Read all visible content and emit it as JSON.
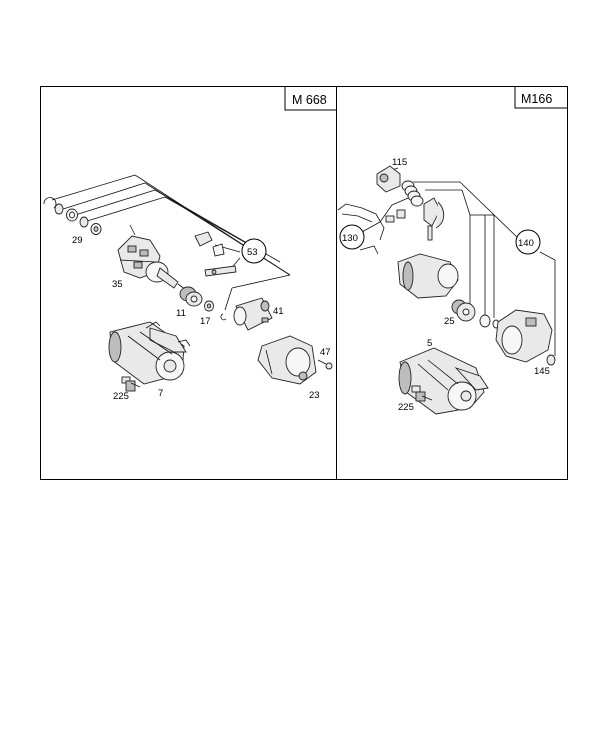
{
  "panels": {
    "left": {
      "tag": "M 668",
      "callouts": {
        "c29": "29",
        "c35": "35",
        "c11": "11",
        "c17": "17",
        "c41": "41",
        "c47": "47",
        "c23": "23",
        "c225": "225",
        "c7": "7",
        "c53": "53"
      }
    },
    "right": {
      "tag": "M166",
      "callouts": {
        "c115": "115",
        "c130": "130",
        "c140": "140",
        "c25": "25",
        "c5": "5",
        "c145": "145",
        "c225": "225"
      }
    }
  },
  "colors": {
    "line": "#111111",
    "frame": "#000000",
    "background": "#ffffff"
  }
}
